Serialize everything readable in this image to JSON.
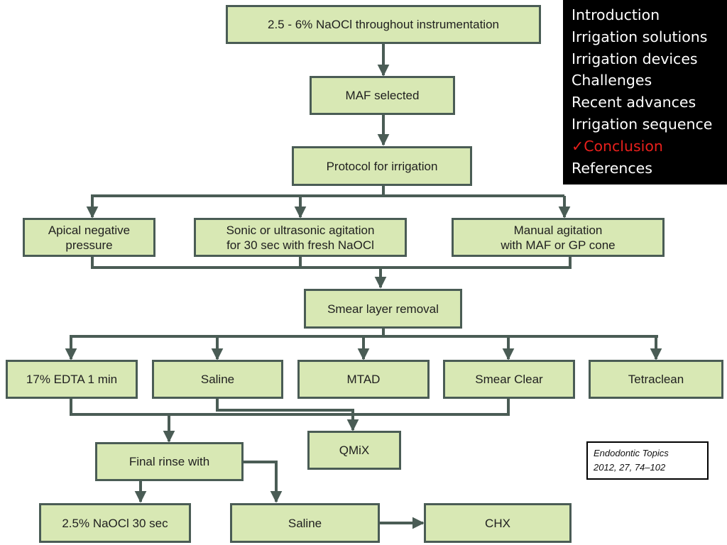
{
  "flowchart": {
    "nodes": {
      "naocl_throughout": "2.5 - 6% NaOCl throughout instrumentation",
      "maf_selected": "MAF selected",
      "protocol": "Protocol for irrigation",
      "apical_negative_l1": "Apical negative",
      "apical_negative_l2": "pressure",
      "sonic_l1": "Sonic or ultrasonic agitation",
      "sonic_l2": "for 30 sec with fresh NaOCl",
      "manual_l1": "Manual agitation",
      "manual_l2": "with MAF or GP cone",
      "smear_layer_removal": "Smear layer removal",
      "edta": "17% EDTA 1 min",
      "saline_1": "Saline",
      "mtad": "MTAD",
      "smear_clear": "Smear Clear",
      "tetraclean": "Tetraclean",
      "qmix": "QMiX",
      "final_rinse": "Final rinse with",
      "naocl_final": "2.5% NaOCl 30 sec",
      "saline_2": "Saline",
      "chx": "CHX"
    },
    "edges": [
      [
        "naocl_throughout",
        "maf_selected"
      ],
      [
        "maf_selected",
        "protocol"
      ],
      [
        "protocol",
        "apical_negative"
      ],
      [
        "protocol",
        "sonic"
      ],
      [
        "protocol",
        "manual"
      ],
      [
        "apical_negative",
        "smear_layer_removal"
      ],
      [
        "sonic",
        "smear_layer_removal"
      ],
      [
        "manual",
        "smear_layer_removal"
      ],
      [
        "smear_layer_removal",
        "edta"
      ],
      [
        "smear_layer_removal",
        "saline_1"
      ],
      [
        "smear_layer_removal",
        "mtad"
      ],
      [
        "smear_layer_removal",
        "smear_clear"
      ],
      [
        "smear_layer_removal",
        "tetraclean"
      ],
      [
        "edta",
        "final_rinse"
      ],
      [
        "smear_clear",
        "final_rinse"
      ],
      [
        "saline_1",
        "qmix"
      ],
      [
        "final_rinse",
        "naocl_final"
      ],
      [
        "final_rinse",
        "saline_2"
      ],
      [
        "saline_2",
        "chx"
      ]
    ]
  },
  "menu": {
    "items": [
      "Introduction",
      "Irrigation solutions",
      "Irrigation devices",
      "Challenges",
      "Recent advances",
      "Irrigation sequence",
      "Conclusion",
      "References"
    ],
    "active_check": "✓"
  },
  "reference": {
    "line1": "Endodontic Topics",
    "line2": "2012, 27, 74–102"
  },
  "colors": {
    "box_fill": "#d8e8b4",
    "line": "#4a5c55",
    "menu_bg": "#000000",
    "menu_active": "#e8201c"
  }
}
